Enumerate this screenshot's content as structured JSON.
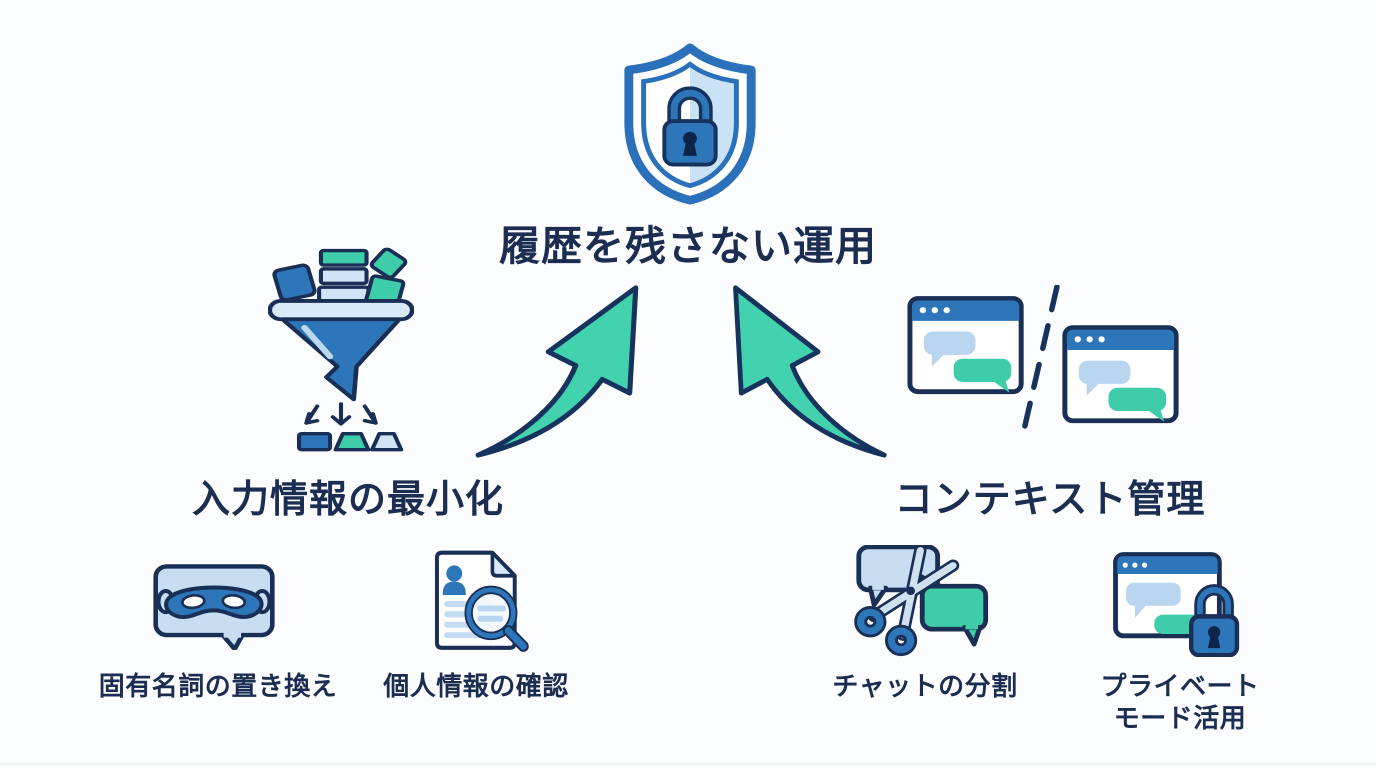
{
  "palette": {
    "background": "#fcfdfe",
    "outline_navy": "#1a2f55",
    "text_navy": "#1c2d52",
    "primary_blue": "#2e76ba",
    "shield_blue": "#2a70ba",
    "light_blue": "#c7ddf2",
    "pale_blue": "#d8e9f7",
    "chat_bubble_blue": "#b9d5ef",
    "green": "#3fcda9",
    "arrow_green": "#42d2ae"
  },
  "goal": {
    "title": "履歴を残さない運用",
    "icon": "shield-lock-icon"
  },
  "branches": {
    "left": {
      "label": "入力情報の最小化",
      "icon": "funnel-filter-icon",
      "arrow_icon": "curved-up-arrow-left",
      "items": [
        {
          "label": "固有名詞の置き換え",
          "icon": "masked-chat-bubble-icon"
        },
        {
          "label": "個人情報の確認",
          "icon": "document-magnifier-icon"
        }
      ]
    },
    "right": {
      "label": "コンテキスト管理",
      "icon": "split-chat-windows-icon",
      "arrow_icon": "curved-up-arrow-right",
      "items": [
        {
          "label": "チャットの分割",
          "icon": "scissors-chat-icon"
        },
        {
          "label": "プライベートモード活用",
          "line1": "プライベート",
          "line2": "モード活用",
          "icon": "private-window-lock-icon"
        }
      ]
    }
  }
}
